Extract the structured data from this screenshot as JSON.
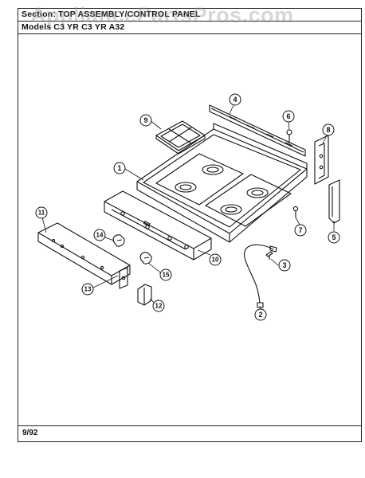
{
  "header": {
    "section_label": "Section:",
    "section_value": "TOP ASSEMBLY/CONTROL PANEL",
    "models_label": "Models",
    "models_value": "C3 YR  C3 YR  A32"
  },
  "watermark": "AppliancePartsPros.com",
  "footer": {
    "date": "9/92"
  },
  "callouts": {
    "c1": "1",
    "c2": "2",
    "c3": "3",
    "c4": "4",
    "c5": "5",
    "c6": "6",
    "c7": "7",
    "c8": "8",
    "c9": "9",
    "c10": "10",
    "c11": "11",
    "c12": "12",
    "c13": "13",
    "c14": "14",
    "c15": "15"
  }
}
